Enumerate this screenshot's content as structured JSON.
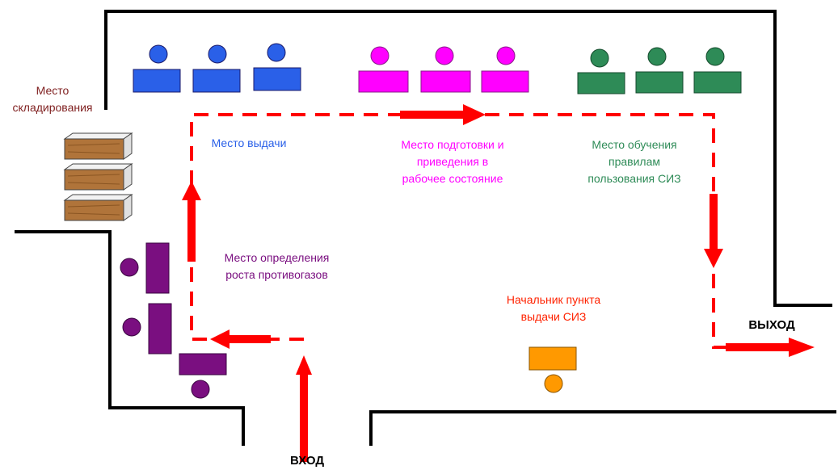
{
  "labels": {
    "storage": "Место\nскладирования",
    "issue": "Место выдачи",
    "prepare": "Место подготовки и\nприведения в\nрабочее состояние",
    "training": "Место обучения\nправилам\nпользования СИЗ",
    "height": "Место определения\nроста противогазов",
    "chief": "Начальник пункта\nвыдачи СИЗ",
    "exit": "ВЫХОД",
    "entrance": "ВХОД"
  },
  "colors": {
    "wall": "#000000",
    "route": "#ff0000",
    "storage_text": "#7f1f1f",
    "issue": "#2a60e8",
    "prepare": "#ff00ff",
    "training": "#2e8b57",
    "height": "#7a0f80",
    "chief": "#ff9900",
    "chief_text": "#ff2200",
    "box_fill": "#b0743a",
    "box_top": "#f2f2f2"
  },
  "icons": {
    "route": "dashed-route-line",
    "arrow": "thick-arrow",
    "worker": "person-at-desk-icon",
    "box": "storage-box-icon"
  }
}
